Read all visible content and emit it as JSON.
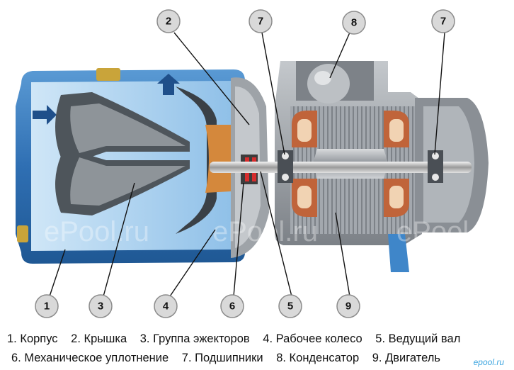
{
  "callouts": [
    {
      "id": "c1",
      "number": "1"
    },
    {
      "id": "c2",
      "number": "2"
    },
    {
      "id": "c3",
      "number": "3"
    },
    {
      "id": "c4",
      "number": "4"
    },
    {
      "id": "c5",
      "number": "5"
    },
    {
      "id": "c6",
      "number": "6"
    },
    {
      "id": "c7a",
      "number": "7"
    },
    {
      "id": "c7b",
      "number": "7"
    },
    {
      "id": "c8",
      "number": "8"
    },
    {
      "id": "c9",
      "number": "9"
    }
  ],
  "watermarks": [
    "ePool.ru",
    "ePool.ru",
    "ePool.ru"
  ],
  "legend": {
    "line1": [
      "1. Корпус",
      "2. Крышка",
      "3. Группа эжекторов",
      "4. Рабочее колесо",
      "5. Ведущий вал"
    ],
    "line2": [
      "6. Механическое уплотнение",
      "7. Подшипники",
      "8. Конденсатор",
      "9. Двигатель"
    ]
  },
  "brand": "epool.ru",
  "colors": {
    "casing_blue": "#3f86c9",
    "casing_light": "#aed3f0",
    "motor_grey": "#9da2a8",
    "winding_copper": "#c0643a",
    "impeller_orange": "#d4883c",
    "ejector_dark": "#4e555b"
  }
}
